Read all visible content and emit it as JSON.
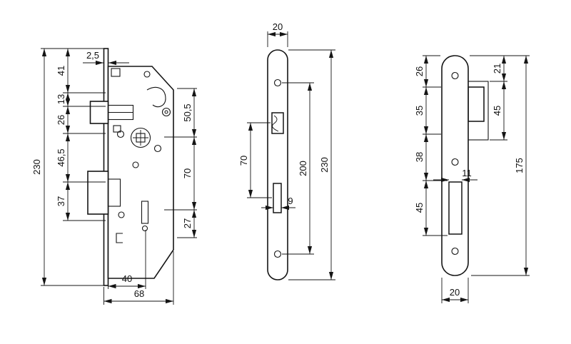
{
  "drawing": {
    "lock_body": {
      "thickness": "2,5",
      "top_offset": "41",
      "latch_height": "13",
      "seg26": "26",
      "seg46": "46,5",
      "seg37": "37",
      "overall_height": "230",
      "right_top": "50,5",
      "axis_spacing": "70",
      "right_bottom": "27",
      "backset": "40",
      "case_depth": "68"
    },
    "faceplate": {
      "width": "20",
      "latch_to_bolt": "70",
      "bolt_cutout_width": "9",
      "screw_spacing": "200",
      "height": "230"
    },
    "strike": {
      "seg1": "26",
      "seg2": "35",
      "seg3": "38",
      "seg4": "45",
      "lip_top": "21",
      "lip_height": "45",
      "bolt_cutout_width": "11",
      "height": "175",
      "width": "20"
    }
  },
  "colors": {
    "line": "#151515",
    "background": "#ffffff"
  }
}
